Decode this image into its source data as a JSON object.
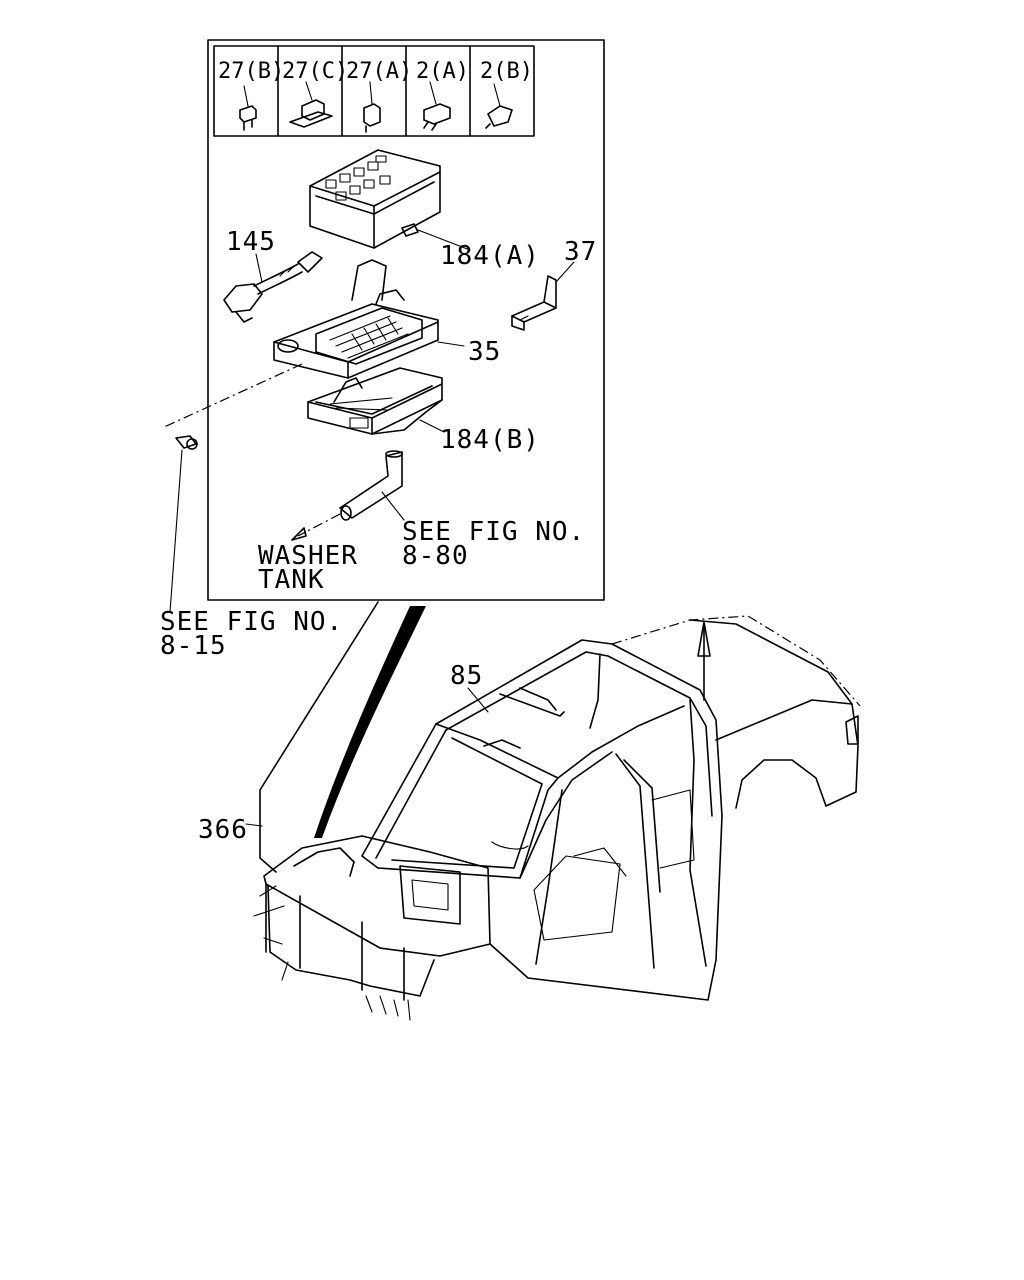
{
  "relay_table": {
    "cells": [
      {
        "label": "27(B)"
      },
      {
        "label": "27(C)"
      },
      {
        "label": "27(A)"
      },
      {
        "label": "2(A)"
      },
      {
        "label": "2(B)"
      }
    ]
  },
  "callouts": {
    "c184a": "184(A)",
    "c145": "145",
    "c37": "37",
    "c35": "35",
    "c184b": "184(B)",
    "c85": "85",
    "c366": "366"
  },
  "references": {
    "fig_8_80_line1": "SEE FIG NO.",
    "fig_8_80_line2": "8-80",
    "washer_line1": "WASHER",
    "washer_line2": "TANK",
    "fig_8_15_line1": "SEE FIG NO.",
    "fig_8_15_line2": "8-15"
  }
}
